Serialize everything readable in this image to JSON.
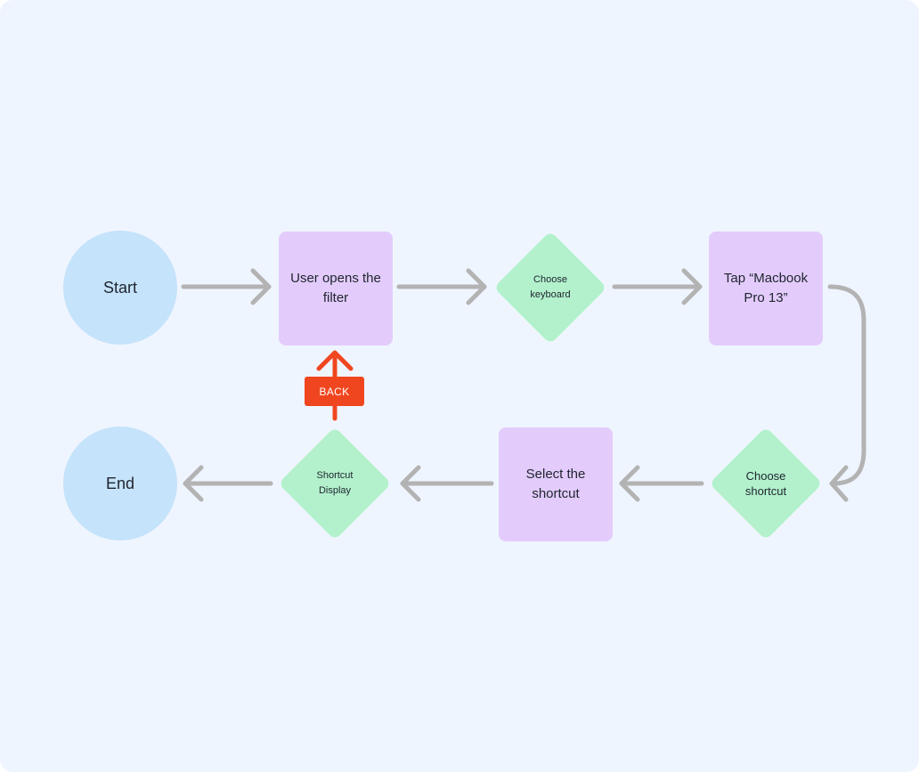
{
  "diagram": {
    "nodes": {
      "start": "Start",
      "user_opens_filter": "User opens the filter",
      "choose_keyboard": "Choose keyboard",
      "tap_macbook": "Tap “Macbook Pro 13”",
      "choose_shortcut": "Choose shortcut",
      "select_shortcut": "Select the shortcut",
      "shortcut_display": "Shortcut Display",
      "end": "End"
    },
    "back_label": "BACK",
    "colors": {
      "background": "#eff5ff",
      "terminal": "#c5e3fb",
      "process": "#e3ccfb",
      "decision": "#b2f1cc",
      "connector": "#b3b3b3",
      "back": "#f0461f"
    }
  }
}
